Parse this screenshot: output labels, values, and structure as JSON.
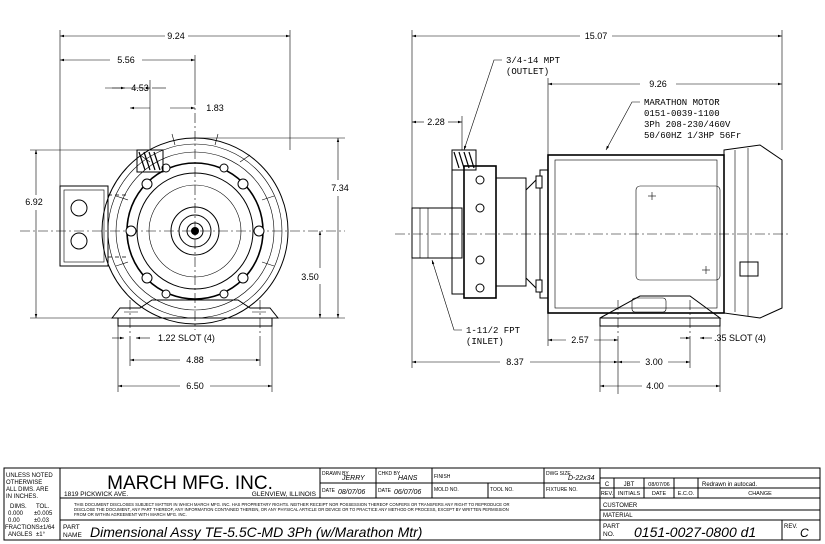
{
  "front_view": {
    "dim_overall_width": "9.24",
    "dim_left_to_center": "5.56",
    "dim_outlet_offset": "4.53",
    "dim_outlet_center": "1.83",
    "dim_height_left": "6.92",
    "dim_height_right": "7.34",
    "dim_center_height": "3.50",
    "dim_slot": "1.22  SLOT (4)",
    "dim_bolt_spacing": "4.88",
    "dim_base_width": "6.50"
  },
  "side_view": {
    "dim_overall_length": "15.07",
    "dim_motor_length": "9.26",
    "dim_outlet_setback": "2.28",
    "outlet_note_line1": "3/4-14  MPT",
    "outlet_note_line2": "(OUTLET)",
    "motor_note_line1": "MARATHON MOTOR",
    "motor_note_line2": "0151-0039-1100",
    "motor_note_line3": "3Ph  208-230/460V",
    "motor_note_line4": "50/60HZ  1/3HP  56Fr",
    "inlet_note_line1": "1-11/2  FPT",
    "inlet_note_line2": "(INLET)",
    "dim_inlet_to_bolt": "8.37",
    "dim_bolt_offset": "2.57",
    "dim_foot_spacing": "3.00",
    "dim_base_length": "4.00",
    "dim_slot": ".35  SLOT (4)"
  },
  "title_block": {
    "tolerance_heading_1": "UNLESS NOTED",
    "tolerance_heading_2": "OTHERWISE",
    "tolerance_heading_3": "ALL DIMS. ARE",
    "tolerance_heading_4": "IN INCHES.",
    "dims_label": "DIMS.",
    "tol_label": "TOL.",
    "tol_row_1a": "0.000",
    "tol_row_1b": "±0.005",
    "tol_row_2a": "0.00",
    "tol_row_2b": "±0.03",
    "tol_row_3": "FRACTIONS±1/64",
    "tol_row_4a": "ANGLES",
    "tol_row_4b": "±1°",
    "company": "MARCH MFG. INC.",
    "address": "1819 PICKWICK AVE.",
    "city": "GLENVIEW, ILLINOIS",
    "drawn_label": "DRAWN BY",
    "drawn_by": "JERRY",
    "chkd_label": "CHKD BY",
    "chkd_by": "HANS",
    "finish_label": "FINISH",
    "dwg_size_label": "DWG SIZE",
    "dwg_size": "D-22x34",
    "date_label": "DATE",
    "date_drawn": "08/07/06",
    "date_chkd": "06/07/06",
    "mold_label": "MOLD NO.",
    "tool_label": "TOOL NO.",
    "fixture_label": "FIXTURE NO.",
    "disclaimer_1": "THIS DOCUMENT DISCLOSES SUBJECT MATTER IN WHICH MARCH MFG. INC. HAS PROPRIETARY RIGHTS. NEITHER RECEIPT NOR POSSESSION THEREOF CONFERS OR TRANSFERS ANY RIGHT TO REPRODUCE OR",
    "disclaimer_2": "DISCLOSE THE DOCUMENT, ANY PART THEREOF, ANY INFORMATION CONTAINED THEREIN, OR ANY PHYSICAL ARTICLE OR DEVICE OR TO PRACTICE ANY METHOD OR PROCESS, EXCEPT BY WRITTEN PERMISSION",
    "disclaimer_3": "FROM OR WITHIN AGREEMENT WITH MARCH MFG. INC.",
    "part_name_label_1": "PART",
    "part_name_label_2": "NAME",
    "part_name": "Dimensional Assy TE-5.5C-MD 3Ph (w/Marathon Mtr)",
    "rev_row_rev": "C",
    "rev_row_initials": "JBT",
    "rev_row_date": "08/07/06",
    "rev_row_change": "Redrawn in autocad.",
    "rev_header_rev": "REV.",
    "rev_header_initials": "INITIALS",
    "rev_header_date": "DATE",
    "rev_header_eco": "E.C.O.",
    "rev_header_change": "CHANGE",
    "customer_label": "CUSTOMER",
    "material_label": "MATERIAL",
    "part_no_label_1": "PART",
    "part_no_label_2": "NO.",
    "part_no": "0151-0027-0800 d1",
    "rev_label": "REV.",
    "rev_value": "C"
  }
}
